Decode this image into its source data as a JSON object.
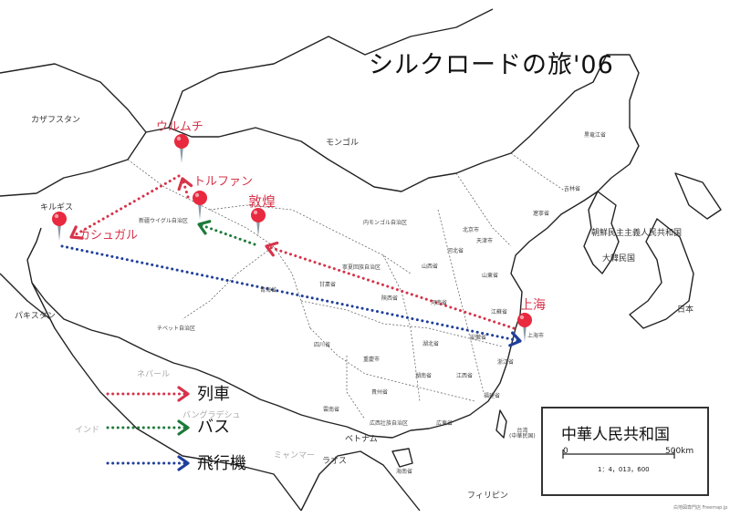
{
  "map": {
    "title": "シルクロードの旅'06",
    "countries": [
      {
        "key": "kazakhstan",
        "name": "カザフスタン"
      },
      {
        "key": "mongolia",
        "name": "モンゴル"
      },
      {
        "key": "kyrgyzstan",
        "name": "キルギス"
      },
      {
        "key": "pakistan",
        "name": "パキスタン"
      },
      {
        "key": "india",
        "name": "インド"
      },
      {
        "key": "nepal",
        "name": "ネパール"
      },
      {
        "key": "bangladesh",
        "name": "バングラデシュ"
      },
      {
        "key": "myanmar",
        "name": "ミャンマー"
      },
      {
        "key": "vietnam",
        "name": "ベトナム"
      },
      {
        "key": "laos",
        "name": "ラオス"
      },
      {
        "key": "philippines",
        "name": "フィリピン"
      },
      {
        "key": "north_korea",
        "name": "朝鮮民主主義人民共和国"
      },
      {
        "key": "south_korea",
        "name": "大韓民国"
      },
      {
        "key": "japan",
        "name": "日本"
      }
    ],
    "provinces": [
      {
        "key": "heilongjiang",
        "name": "黒竜江省"
      },
      {
        "key": "jilin",
        "name": "吉林省"
      },
      {
        "key": "liaoning",
        "name": "遼寧省"
      },
      {
        "key": "inner_mongolia",
        "name": "内モンゴル自治区"
      },
      {
        "key": "xinjiang",
        "name": "新疆ウイグル自治区"
      },
      {
        "key": "beijing",
        "name": "北京市"
      },
      {
        "key": "tianjin",
        "name": "天津市"
      },
      {
        "key": "hebei",
        "name": "河北省"
      },
      {
        "key": "shanxi",
        "name": "山西省"
      },
      {
        "key": "shandong",
        "name": "山東省"
      },
      {
        "key": "ningxia",
        "name": "寧夏回族自治区"
      },
      {
        "key": "qinghai",
        "name": "青海省"
      },
      {
        "key": "gansu",
        "name": "甘粛省"
      },
      {
        "key": "shaanxi",
        "name": "陝西省"
      },
      {
        "key": "henan",
        "name": "河南省"
      },
      {
        "key": "jiangsu",
        "name": "江蘇省"
      },
      {
        "key": "anhui",
        "name": "安徽省"
      },
      {
        "key": "tibet",
        "name": "チベット自治区"
      },
      {
        "key": "sichuan",
        "name": "四川省"
      },
      {
        "key": "hubei",
        "name": "湖北省"
      },
      {
        "key": "chongqing",
        "name": "重慶市"
      },
      {
        "key": "zhejiang",
        "name": "浙江省"
      },
      {
        "key": "hunan",
        "name": "湖南省"
      },
      {
        "key": "jiangxi",
        "name": "江西省"
      },
      {
        "key": "guizhou",
        "name": "貴州省"
      },
      {
        "key": "fujian",
        "name": "福建省"
      },
      {
        "key": "yunnan",
        "name": "雲南省"
      },
      {
        "key": "guangxi",
        "name": "広西壮族自治区"
      },
      {
        "key": "guangdong",
        "name": "広東省"
      },
      {
        "key": "taiwan",
        "name": "台湾\n(中華民国)"
      },
      {
        "key": "hainan",
        "name": "海南省"
      },
      {
        "key": "shanghai",
        "name": "上海市"
      }
    ],
    "cities": [
      {
        "key": "urumqi",
        "name": "ウルムチ"
      },
      {
        "key": "turpan",
        "name": "トルファン"
      },
      {
        "key": "dunhuang",
        "name": "敦煌"
      },
      {
        "key": "kashgar",
        "name": "カシュガル"
      },
      {
        "key": "shanghai",
        "name": "上海"
      }
    ],
    "legend": [
      {
        "key": "train",
        "label": "列車",
        "color": "#d6344a"
      },
      {
        "key": "bus",
        "label": "バス",
        "color": "#1e7a3a"
      },
      {
        "key": "plane",
        "label": "飛行機",
        "color": "#1f3f99"
      }
    ],
    "scale_box": {
      "title": "中華人民共和国",
      "scale_start": "0",
      "scale_end": "500km",
      "ratio": "1：4，013，600"
    },
    "credit": "白地図専門店 Freemap.jp",
    "colors": {
      "pin": "#e8293f",
      "city_label": "#d6344a",
      "train": "#d6344a",
      "bus": "#1e7a3a",
      "plane": "#1f3f99",
      "border": "#222222",
      "province_border": "#555555"
    }
  }
}
